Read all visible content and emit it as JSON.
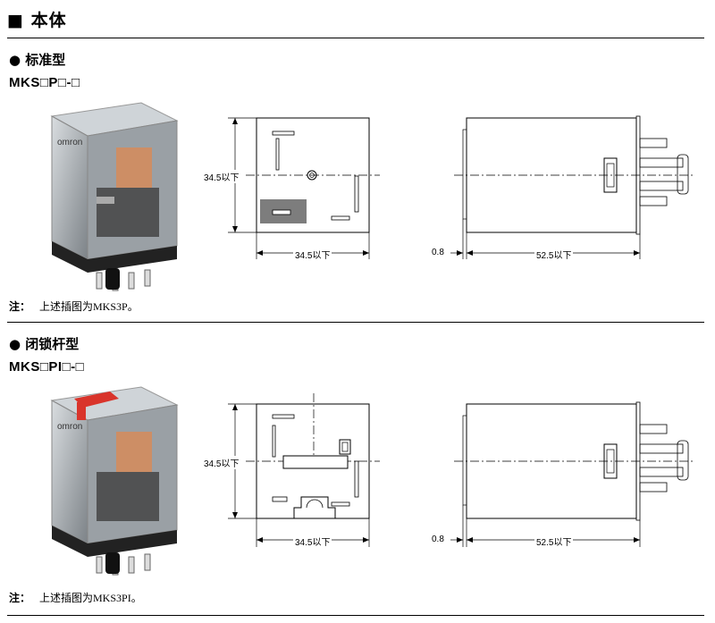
{
  "header": {
    "title": "■ 本体"
  },
  "sections": [
    {
      "title": "● 标准型",
      "model": "MKS□P□-□",
      "note_label": "注：",
      "note_text": "上述插图为MKS3P。",
      "dims": {
        "height": "34.5以下",
        "width": "34.5以下",
        "gap": "0.8",
        "depth": "52.5以下"
      }
    },
    {
      "title": "● 闭锁杆型",
      "model": "MKS□PI□-□",
      "note_label": "注：",
      "note_text": "上述插图为MKS3PI。",
      "dims": {
        "height": "34.5以下",
        "width": "34.5以下",
        "gap": "0.8",
        "depth": "52.5以下"
      }
    }
  ],
  "product": {
    "brand": "omron"
  },
  "colors": {
    "line": "#000000",
    "shade": "#555555",
    "latch": "#d9342b",
    "case": "#8a8f95"
  }
}
